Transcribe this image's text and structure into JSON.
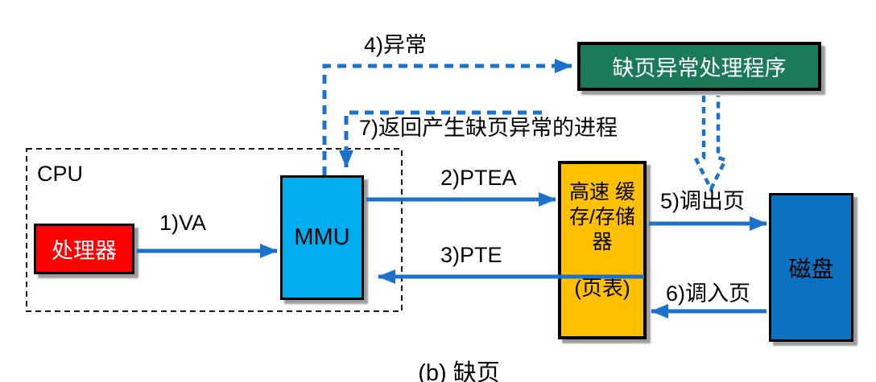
{
  "caption": "(b) 缺页",
  "cpu_container": {
    "label": "CPU"
  },
  "nodes": {
    "processor": {
      "label": "处理器",
      "fill": "#FE0000",
      "text_color": "#FFFFFF"
    },
    "mmu": {
      "label": "MMU",
      "fill": "#00AEF0",
      "text_color": "#000000"
    },
    "cache": {
      "title": "高速 缓存/存储器",
      "subtitle": "(页表)",
      "fill": "#FFC000",
      "text_color": "#000000"
    },
    "disk": {
      "label": "磁盘",
      "fill": "#0B71C1",
      "text_color": "#000000"
    },
    "fault_handler": {
      "label": "缺页异常处理程序",
      "fill": "#1B7A5A",
      "text_color": "#FFFFFF"
    }
  },
  "edges": {
    "step1": {
      "label": "1)VA",
      "style": "solid",
      "from": "processor",
      "to": "mmu"
    },
    "step2": {
      "label": "2)PTEA",
      "style": "solid",
      "from": "mmu",
      "to": "cache"
    },
    "step3": {
      "label": "3)PTE",
      "style": "solid",
      "from": "cache",
      "to": "mmu"
    },
    "step4": {
      "label": "4)异常",
      "style": "dashed",
      "from": "mmu",
      "to": "fault_handler"
    },
    "step5": {
      "label": "5)调出页",
      "style": "solid",
      "from": "cache",
      "to": "disk"
    },
    "step6": {
      "label": "6)调入页",
      "style": "solid",
      "from": "disk",
      "to": "cache"
    },
    "step7": {
      "label": "7)返回产生缺页异常的进程",
      "style": "dashed",
      "from": "fault_handler",
      "to": "mmu"
    }
  },
  "colors": {
    "arrow": "#1A72CC",
    "box_border": "#000000",
    "box_shadow": "#9C9C9C",
    "background": "#FFFFFF"
  }
}
